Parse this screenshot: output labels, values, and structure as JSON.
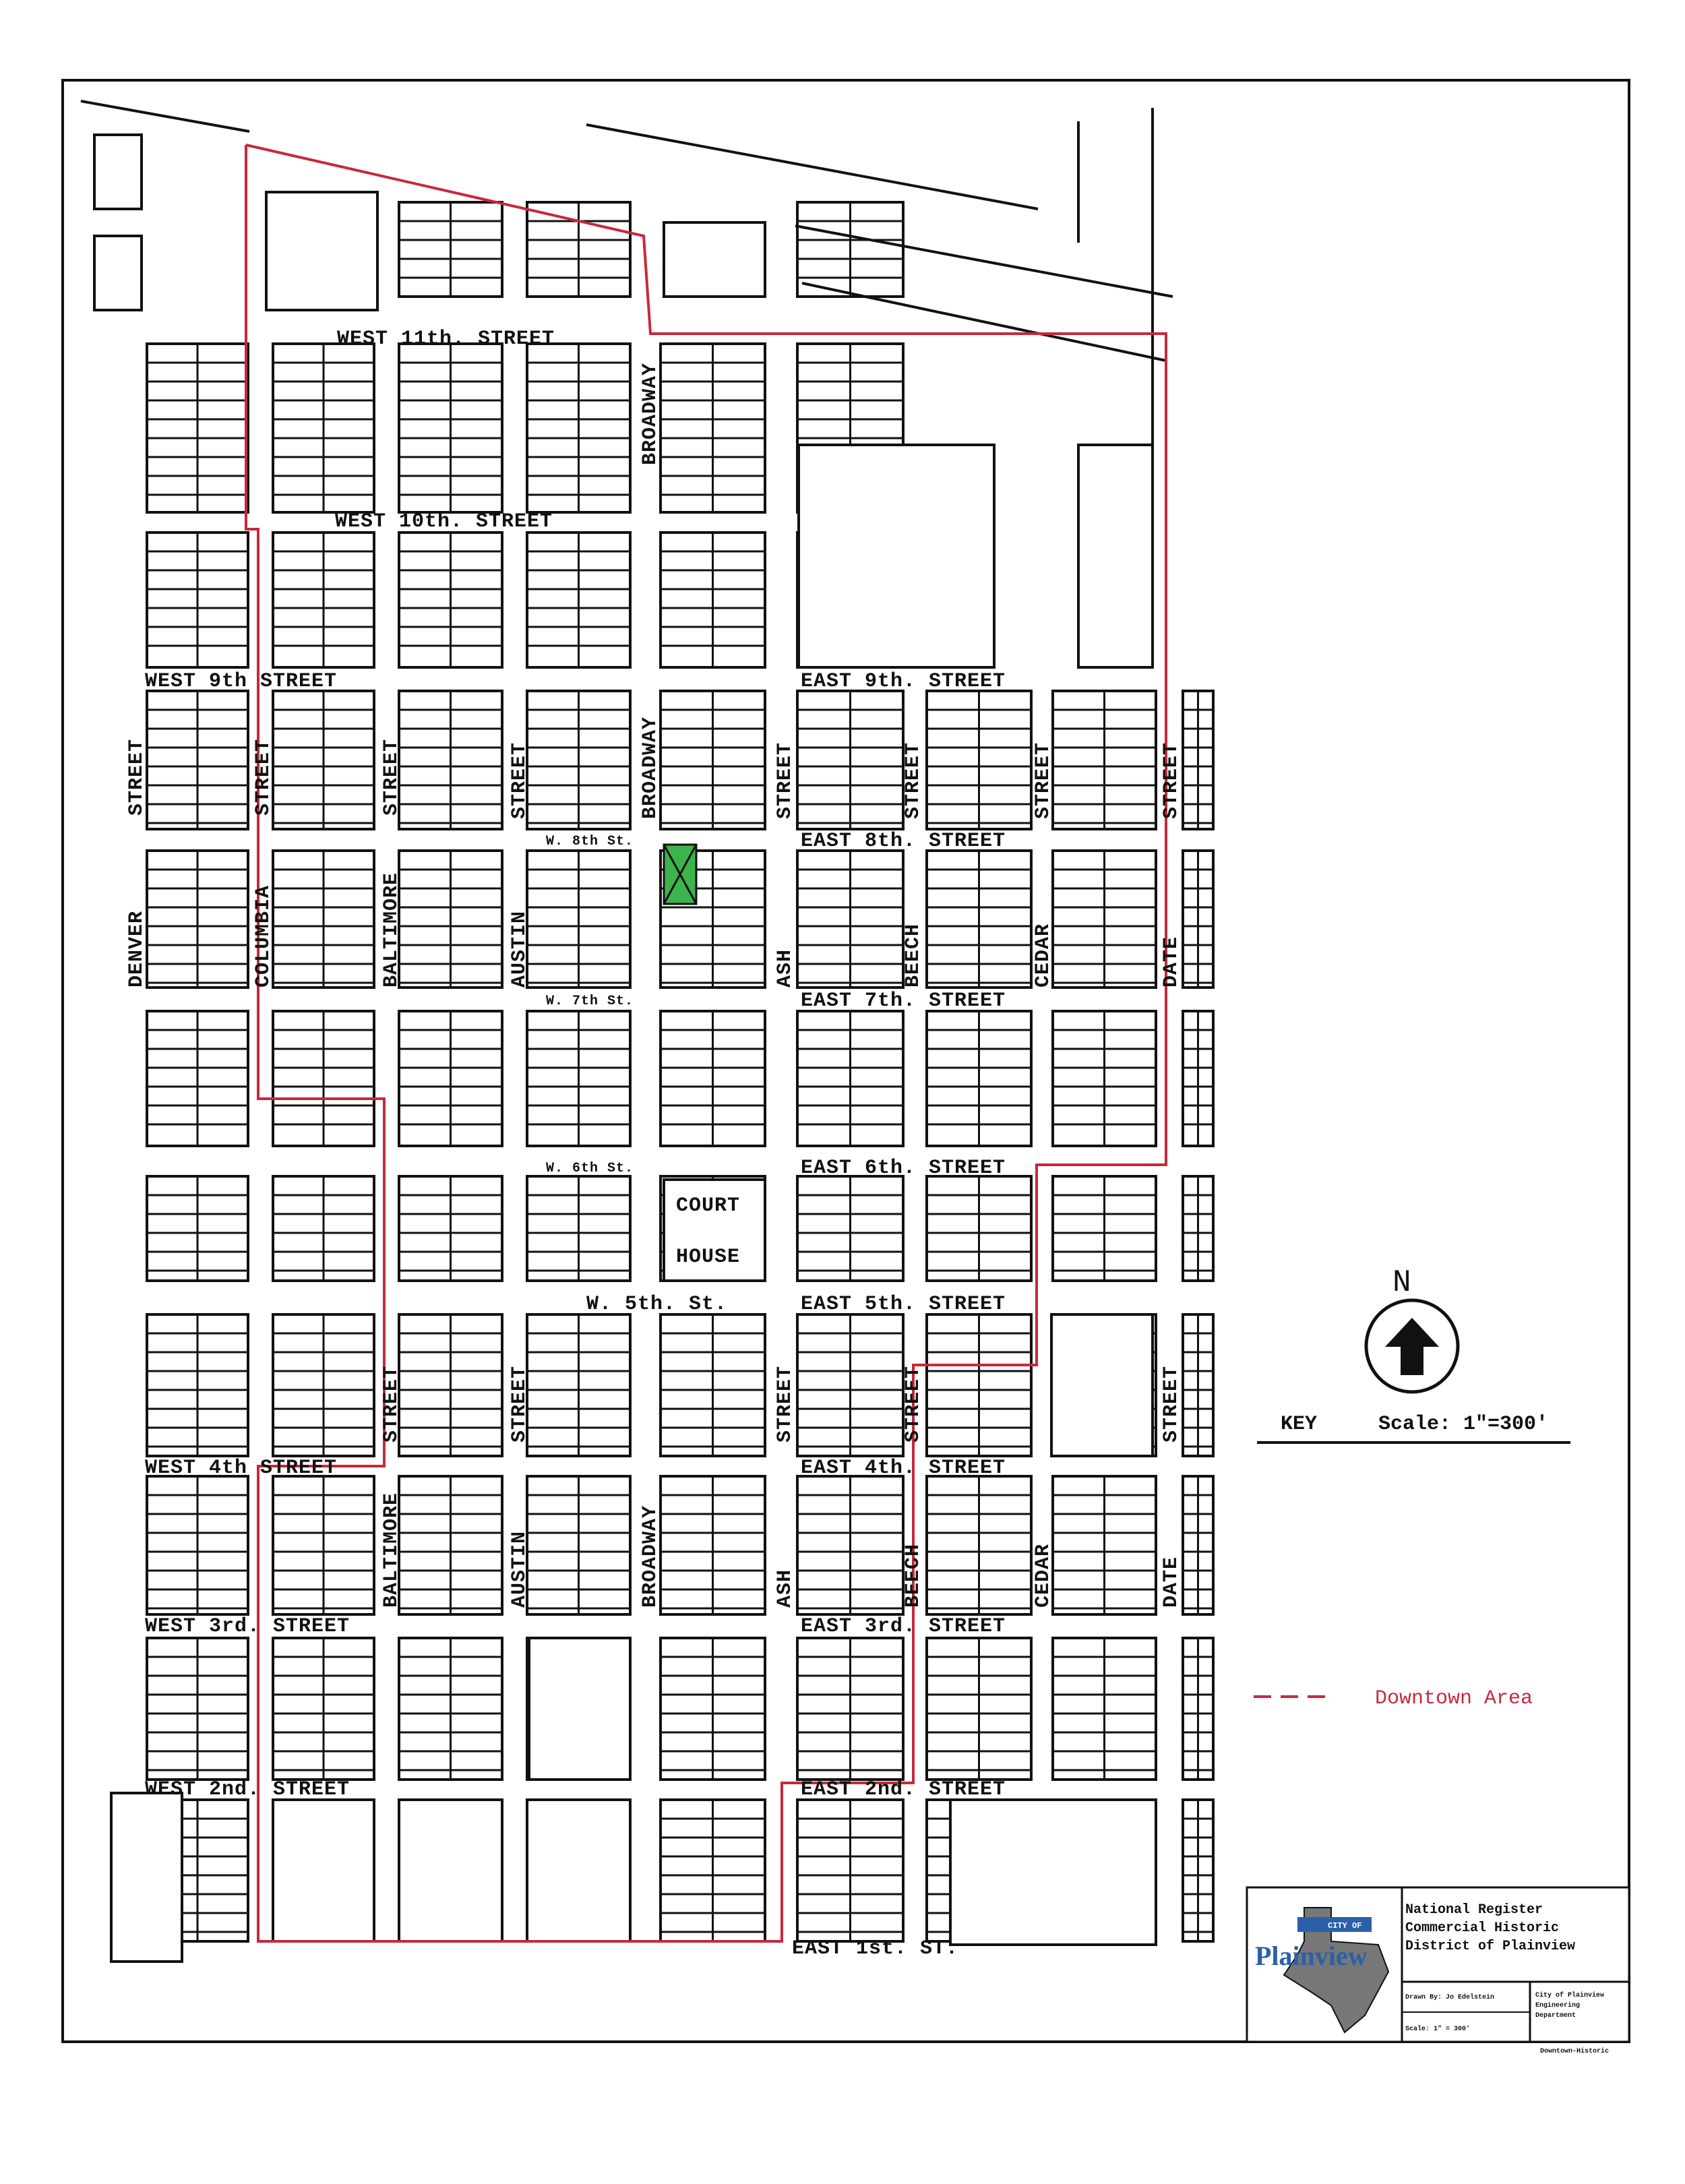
{
  "streets_ew": [
    {
      "text": "WEST  11th.  STREET"
    },
    {
      "text": "WEST  10th.  STREET"
    },
    {
      "text": "WEST 9th  STREET"
    },
    {
      "text": "EAST 9th.  STREET"
    },
    {
      "text": "W. 8th St."
    },
    {
      "text": "EAST 8th.  STREET"
    },
    {
      "text": "W. 7th St."
    },
    {
      "text": "EAST 7th.  STREET"
    },
    {
      "text": "W. 6th St."
    },
    {
      "text": "EAST 6th.  STREET"
    },
    {
      "text": "W. 5th. St."
    },
    {
      "text": "EAST 5th.  STREET"
    },
    {
      "text": "WEST 4th  STREET"
    },
    {
      "text": "EAST 4th.  STREET"
    },
    {
      "text": "WEST 3rd.  STREET"
    },
    {
      "text": "EAST 3rd.  STREET"
    },
    {
      "text": "WEST 2nd.  STREET"
    },
    {
      "text": "EAST 2nd.  STREET"
    },
    {
      "text": "EAST 1st.  ST."
    }
  ],
  "streets_ns": [
    {
      "text": "BROADWAY"
    },
    {
      "text": "STREET"
    },
    {
      "text": "STREET"
    },
    {
      "text": "STREET"
    },
    {
      "text": "STREET"
    },
    {
      "text": "BROADWAY"
    },
    {
      "text": "STREET"
    },
    {
      "text": "STREET"
    },
    {
      "text": "STREET"
    },
    {
      "text": "STREET"
    },
    {
      "text": "DENVER"
    },
    {
      "text": "COLUMBIA"
    },
    {
      "text": "BALTIMORE"
    },
    {
      "text": "AUSTIN"
    },
    {
      "text": "ASH"
    },
    {
      "text": "BEECH"
    },
    {
      "text": "CEDAR"
    },
    {
      "text": "DATE"
    },
    {
      "text": "STREET"
    },
    {
      "text": "STREET"
    },
    {
      "text": "STREET"
    },
    {
      "text": "STREET"
    },
    {
      "text": "STREET"
    },
    {
      "text": "BALTIMORE"
    },
    {
      "text": "AUSTIN"
    },
    {
      "text": "BROADWAY"
    },
    {
      "text": "ASH"
    },
    {
      "text": "BEECH"
    },
    {
      "text": "CEDAR"
    },
    {
      "text": "DATE"
    }
  ],
  "courthouse": {
    "line1": "COURT",
    "line2": "HOUSE"
  },
  "legend": {
    "north": "N",
    "key": "KEY",
    "scale": "Scale:  1\"=300'",
    "downtown": "Downtown Area",
    "downtown_color": "#c8283c"
  },
  "title_block": {
    "line1": "National Register",
    "line2": "Commercial Historic",
    "line3": "District of Plainview",
    "drawn_by": "Drawn By:  Jo Edelstein",
    "scale": "Scale: 1\" = 300'",
    "department": [
      "City of Plainview",
      "Engineering",
      "Department"
    ],
    "logo_city": "CITY OF",
    "logo_name": "Plainview",
    "file": "Downtown-Historic"
  }
}
